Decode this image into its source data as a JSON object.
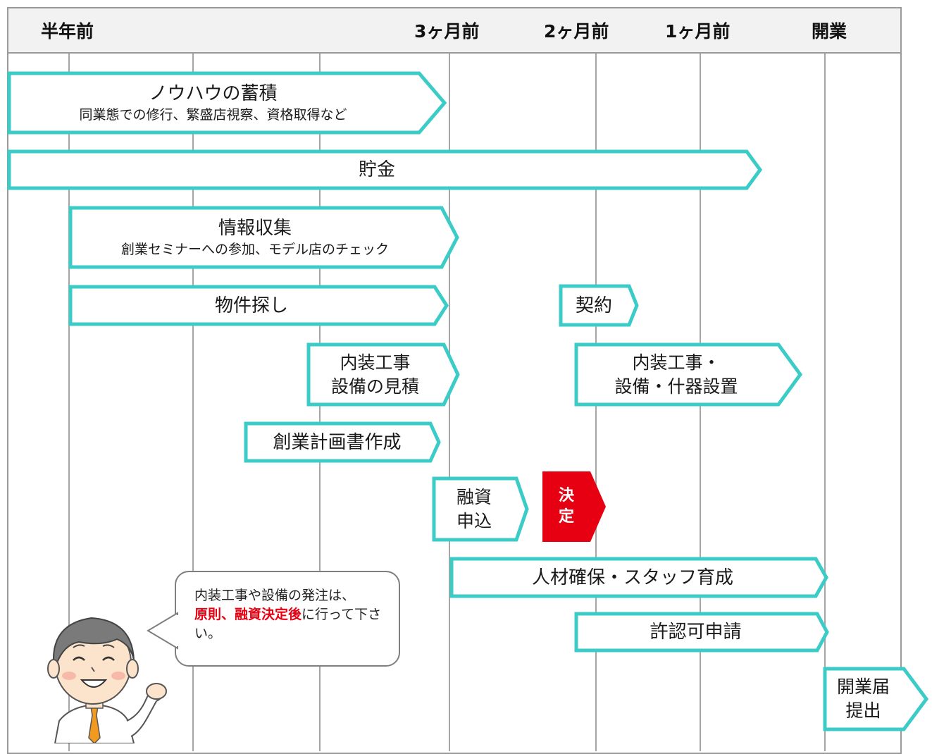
{
  "header": {
    "half_year": "半年前",
    "three_months": "3ヶ月前",
    "two_months": "2ヶ月前",
    "one_month": "1ヶ月前",
    "opening": "開業"
  },
  "tasks": {
    "knowhow": {
      "title": "ノウハウの蓄積",
      "sub": "同業態での修行、繁盛店視察、資格取得など"
    },
    "savings": {
      "title": "貯金"
    },
    "info": {
      "title": "情報収集",
      "sub": "創業セミナーへの参加、モデル店のチェック"
    },
    "property": {
      "title": "物件探し"
    },
    "contract": {
      "title": "契約"
    },
    "estimate": {
      "line1": "内装工事",
      "line2": "設備の見積"
    },
    "install": {
      "line1": "内装工事・",
      "line2": "設備・什器設置"
    },
    "plan": {
      "title": "創業計画書作成"
    },
    "loan": {
      "line1": "融資",
      "line2": "申込"
    },
    "decision": {
      "line1": "決",
      "line2": "定"
    },
    "staff": {
      "title": "人材確保・スタッフ育成"
    },
    "permit": {
      "title": "許認可申請"
    },
    "notice": {
      "line1": "開業届",
      "line2": "提出"
    }
  },
  "bubble": {
    "line1": "内装工事や設備の発注は、",
    "highlight": "原則、融資決定後",
    "rest": "に行って下さい。"
  },
  "colors": {
    "arrow_border": "#3cccc8",
    "decision_fill": "#e60012",
    "header_bg": "#f2f2f2",
    "grid": "#a6a6a6"
  }
}
